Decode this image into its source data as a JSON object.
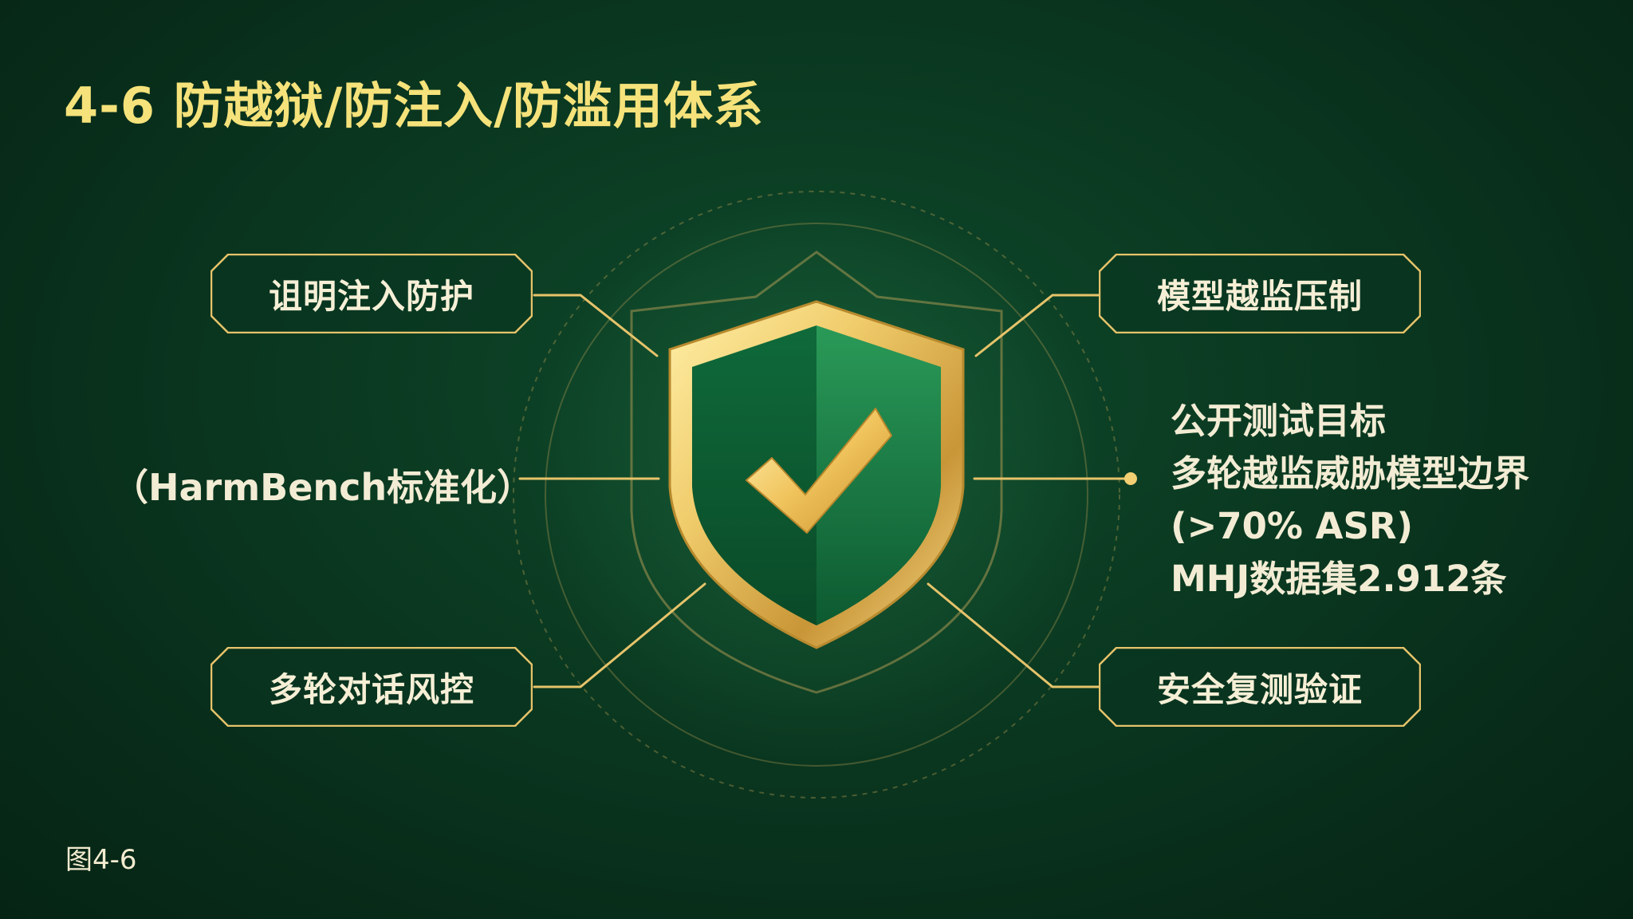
{
  "title": "4-6  防越狱/防注入/防滥用体系",
  "figure_label": "图4-6",
  "boxes": {
    "top_left": "诅明注入防护",
    "bottom_left": "多轮对话风控",
    "top_right": "模型越监压制",
    "bottom_right": "安全复测验证"
  },
  "left_note": "（HarmBench标准化）",
  "right_notes": [
    "公开测试目标",
    "多轮越监威胁模型边界",
    "(>70% ASR)",
    "MHJ数据集2.912条"
  ],
  "colors": {
    "background": "#0b3b22",
    "gold": "#e8c46a",
    "title": "#f5e27a",
    "shield_green": "#1f8a4f"
  },
  "icons": {
    "center": "shield-check-icon"
  }
}
